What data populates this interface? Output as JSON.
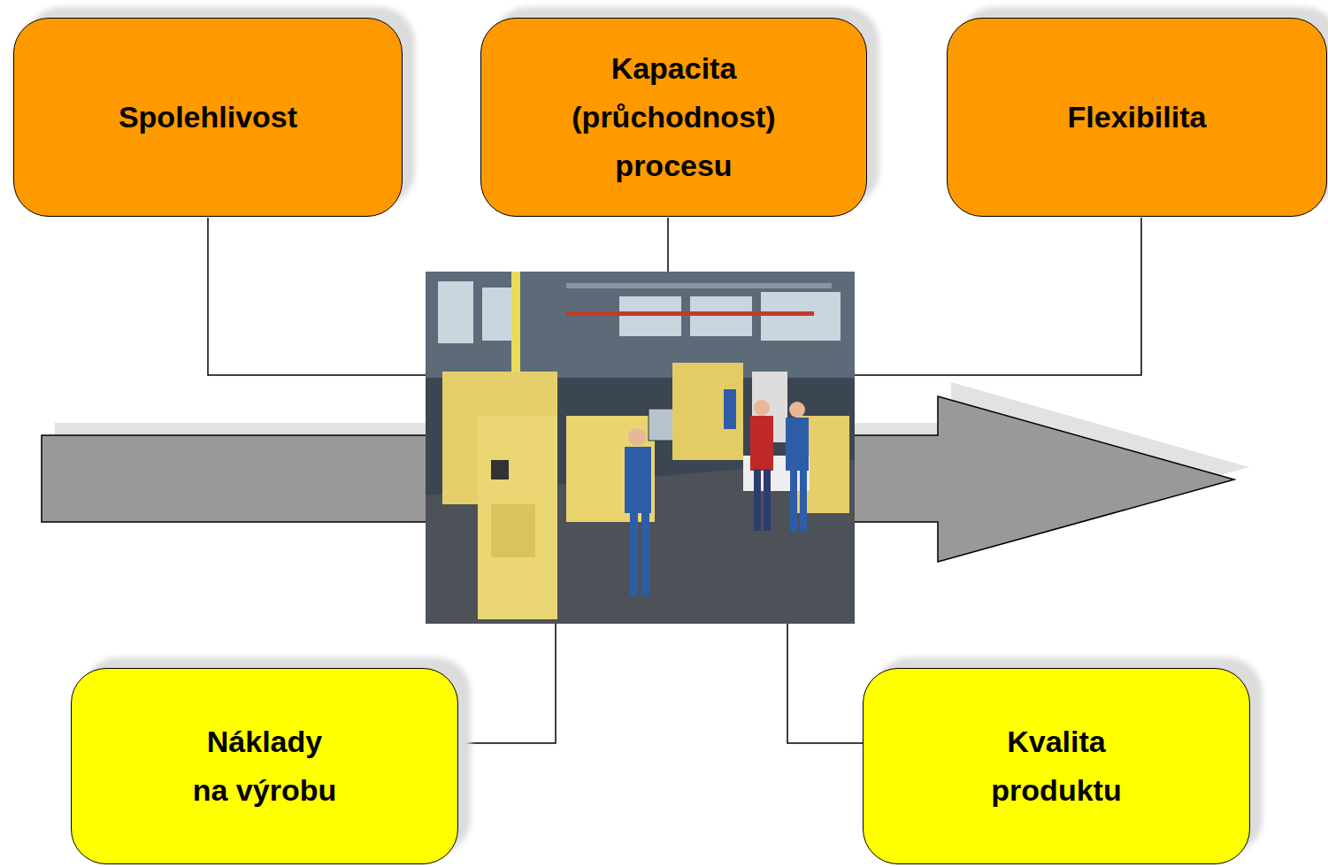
{
  "diagram": {
    "nodes": [
      {
        "text": [
          "Spolehlivost"
        ]
      },
      {
        "text": [
          "Kapacita (průchodnost) procesu"
        ]
      },
      {
        "text": [
          "Flexibilita"
        ]
      },
      {
        "text": [
          "Náklady na výrobu"
        ]
      },
      {
        "text": [
          "Kvalita produktu"
        ]
      }
    ]
  }
}
